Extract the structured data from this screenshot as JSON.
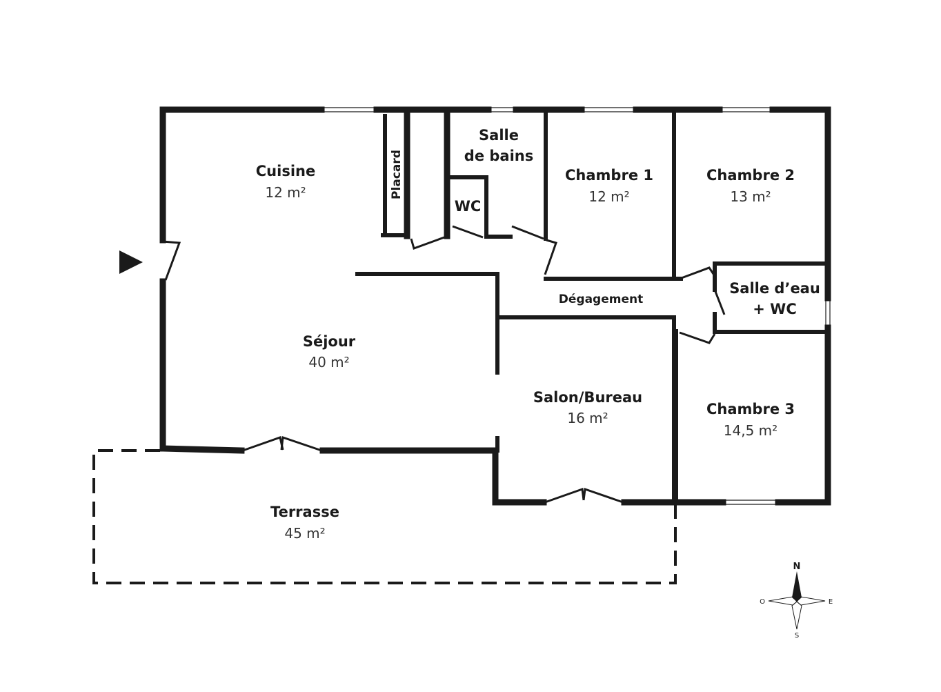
{
  "rooms": {
    "cuisine": {
      "name": "Cuisine",
      "area": "12 m²"
    },
    "placard": {
      "name": "Placard"
    },
    "salle_bains": {
      "name_line1": "Salle",
      "name_line2": "de bains"
    },
    "wc": {
      "name": "WC"
    },
    "chambre1": {
      "name": "Chambre 1",
      "area": "12 m²"
    },
    "chambre2": {
      "name": "Chambre 2",
      "area": "13 m²"
    },
    "salle_eau": {
      "name_line1": "Salle d’eau",
      "name_line2": "+ WC"
    },
    "degagement": {
      "name": "Dégagement"
    },
    "sejour": {
      "name": "Séjour",
      "area": "40 m²"
    },
    "salon_bureau": {
      "name": "Salon/Bureau",
      "area": "16 m²"
    },
    "chambre3": {
      "name": "Chambre 3",
      "area": "14,5 m²"
    },
    "terrasse": {
      "name": "Terrasse",
      "area": "45 m²"
    }
  },
  "compass": {
    "north": "N",
    "south": "S",
    "east": "E",
    "west": "O"
  },
  "colors": {
    "wall": "#1a1a1a",
    "background": "#ffffff"
  }
}
